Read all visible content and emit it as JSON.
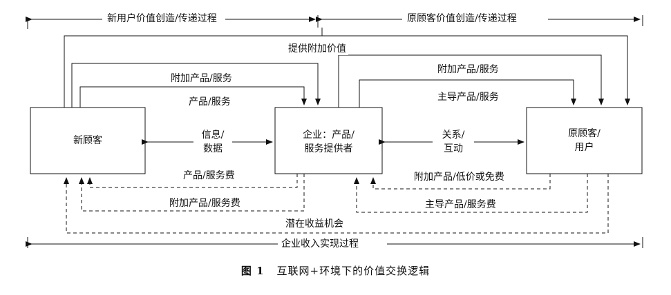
{
  "top_labels": {
    "new_process": "新用户价值创造/传递过程",
    "old_process": "原顾客价值创造/传递过程"
  },
  "nodes": {
    "new_customer": "新顾客",
    "enterprise_line1": "企业：产品/",
    "enterprise_line2": "服务提供者",
    "original_customer_line1": "原顾客/",
    "original_customer_line2": "用户"
  },
  "edges": {
    "extra_value": "提供附加价值",
    "addon_product_service_left": "附加产品/服务",
    "product_service_left": "产品/服务",
    "info_data_line1": "信息/",
    "info_data_line2": "数据",
    "product_service_fee": "产品/服务费",
    "addon_product_service_fee": "附加产品/服务费",
    "addon_product_service_right": "附加产品/服务",
    "main_product_service": "主导产品/服务",
    "relation_line1": "关系/",
    "relation_line2": "互动",
    "addon_low_or_free": "附加产品/低价或免费",
    "main_product_service_fee": "主导产品/服务费",
    "potential_revenue": "潜在收益机会"
  },
  "bottom_label": "企业收入实现过程",
  "caption": {
    "number": "图 1",
    "title": "互联网+环境下的价值交换逻辑"
  }
}
